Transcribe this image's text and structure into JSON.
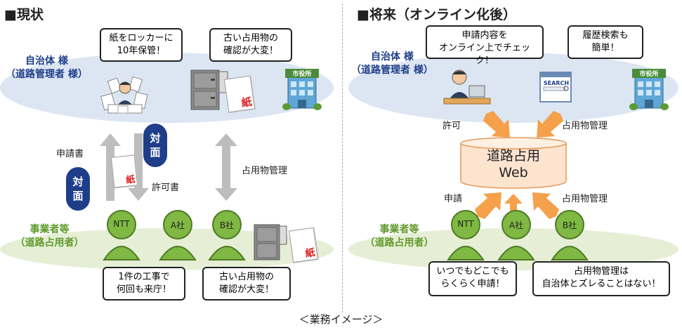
{
  "left": {
    "heading": "■現状",
    "gov_label_line1": "自治体 様",
    "gov_label_line2": "（道路管理者 様）",
    "biz_label_line1": "事業者等",
    "biz_label_line2": "（道路占用者）",
    "bubble_top1_line1": "紙をロッカーに",
    "bubble_top1_line2": "10年保管！",
    "bubble_top2_line1": "古い占用物の",
    "bubble_top2_line2": "確認が大変！",
    "bubble_bottom1_line1": "1件の工事で",
    "bubble_bottom1_line2": "何回も来庁！",
    "bubble_bottom2_line1": "古い占用物の",
    "bubble_bottom2_line2": "確認が大変！",
    "face_to_face_1": "対",
    "face_to_face_2": "面",
    "application_label": "申請書",
    "permit_label": "許可書",
    "occupancy_label": "占用物管理",
    "paper_mark": "紙",
    "persons": [
      "NTT",
      "A社",
      "B社"
    ]
  },
  "right": {
    "heading": "■将来（オンライン化後）",
    "gov_label_line1": "自治体 様",
    "gov_label_line2": "（道路管理者 様）",
    "biz_label_line1": "事業者等",
    "biz_label_line2": "（道路占用者）",
    "bubble_top1_line1": "申請内容を",
    "bubble_top1_line2": "オンライン上でチェック！",
    "bubble_top2_line1": "履歴検索も",
    "bubble_top2_line2": "簡単！",
    "bubble_bottom1_line1": "いつでもどこでも",
    "bubble_bottom1_line2": "らくらく申請！",
    "bubble_bottom2_line1": "占用物管理は",
    "bubble_bottom2_line2": "自治体とズレることはない！",
    "permit_label": "許可",
    "occupancy_top_label": "占用物管理",
    "apply_label": "申請",
    "occupancy_bottom_label": "占用物管理",
    "web_line1": "道路占用",
    "web_line2": "Web",
    "search_text": "SEARCH",
    "persons": [
      "NTT",
      "A社",
      "B社"
    ]
  },
  "city_hall_sign": "市役所",
  "caption": "＜業務イメージ＞",
  "colors": {
    "navy": "#1f3e8a",
    "green_person": "#7fb842",
    "orange_arrow": "#f5a04a",
    "gray_arrow": "#bdbdbd",
    "cylinder_fill": "#fde4cf"
  }
}
